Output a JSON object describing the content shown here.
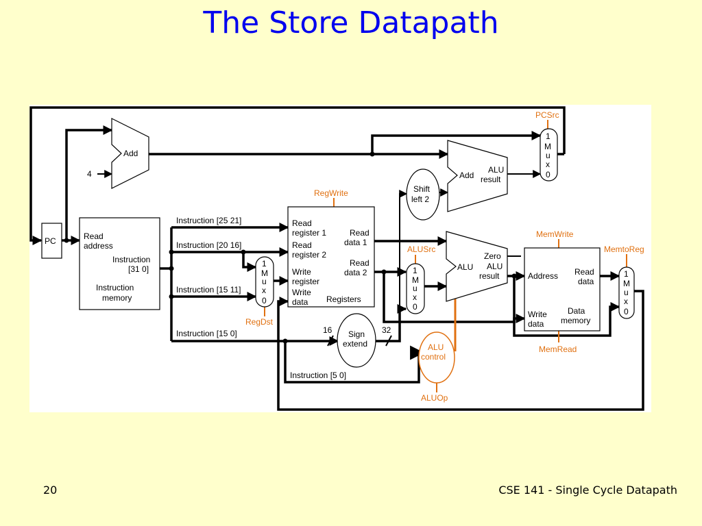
{
  "title": "The Store Datapath",
  "footer": {
    "page_number": "20",
    "course": "CSE 141 - Single Cycle Datapath"
  },
  "diagram": {
    "pc": "PC",
    "add_top": "Add",
    "four": "4",
    "imem_read": "Read",
    "imem_address": "address",
    "imem_instr": "Instruction",
    "imem_instr_bits": "[31   0]",
    "imem_name1": "Instruction",
    "imem_name2": "memory",
    "instr_25_21": "Instruction [25   21]",
    "instr_20_16": "Instruction [20   16]",
    "instr_15_11": "Instruction [15   11]",
    "instr_15_0": "Instruction [15   0]",
    "instr_5_0": "Instruction [5   0]",
    "regwrite": "RegWrite",
    "regdst": "RegDst",
    "reg_read_reg1_a": "Read",
    "reg_read_reg1_b": "register 1",
    "reg_read_reg2_a": "Read",
    "reg_read_reg2_b": "register 2",
    "reg_write_reg_a": "Write",
    "reg_write_reg_b": "register",
    "reg_write_data_a": "Write",
    "reg_write_data_b": "data",
    "reg_read_data1_a": "Read",
    "reg_read_data1_b": "data 1",
    "reg_read_data2_a": "Read",
    "reg_read_data2_b": "data 2",
    "registers": "Registers",
    "mux_1": "1",
    "mux_0": "0",
    "mux_letters": [
      "M",
      "u",
      "x"
    ],
    "shift_a": "Shift",
    "shift_b": "left 2",
    "add2": "Add",
    "add2_alu": "ALU",
    "add2_result": "result",
    "pcsrc": "PCSrc",
    "alusrc": "ALUSrc",
    "alu": "ALU",
    "alu_zero": "Zero",
    "alu_result_a": "ALU",
    "alu_result_b": "result",
    "sign_a": "Sign",
    "sign_b": "extend",
    "bits16": "16",
    "bits32": "32",
    "alu_control_a": "ALU",
    "alu_control_b": "control",
    "aluop": "ALUOp",
    "memwrite": "MemWrite",
    "memread": "MemRead",
    "memtoreg": "MemtoReg",
    "dmem_address": "Address",
    "dmem_read_a": "Read",
    "dmem_read_b": "data",
    "dmem_write_a": "Write",
    "dmem_write_b": "data",
    "dmem_name_a": "Data",
    "dmem_name_b": "memory"
  },
  "colors": {
    "background": "#ffffcc",
    "title": "#0000ee",
    "control": "#e07010"
  }
}
